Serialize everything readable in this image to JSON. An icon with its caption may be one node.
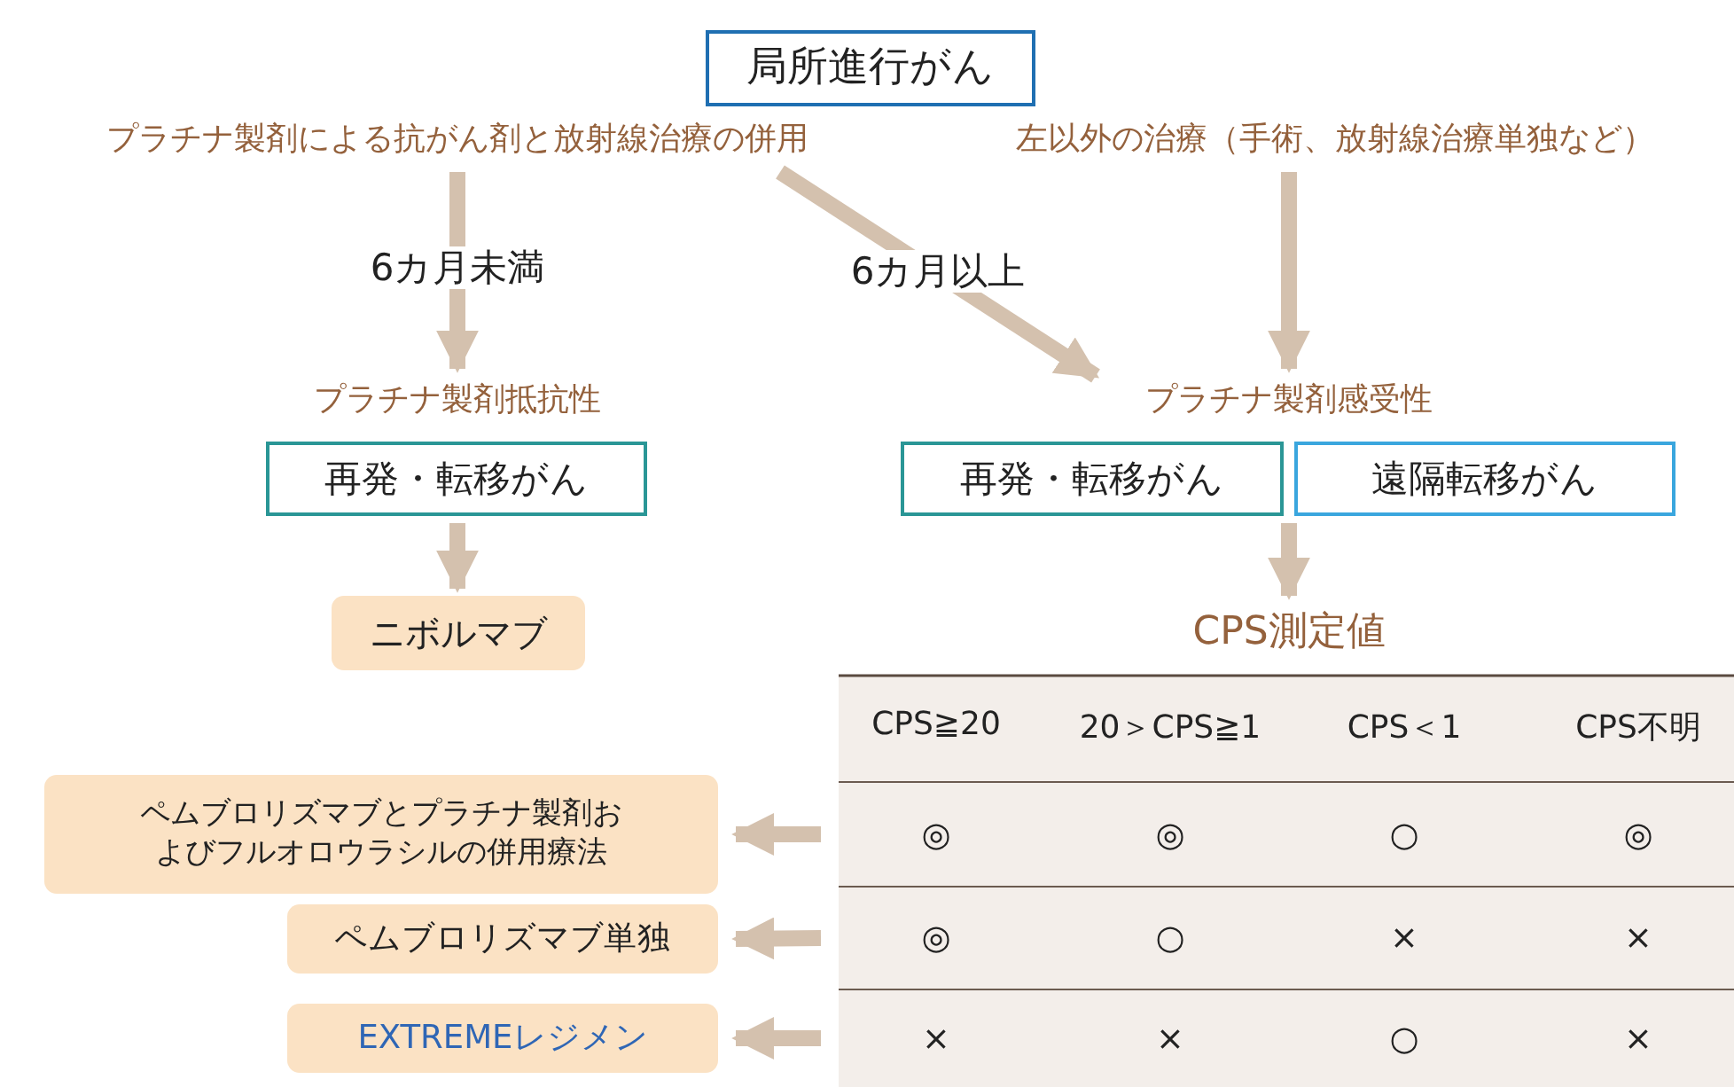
{
  "diagram": {
    "nodes": [
      {
        "text": [
          "局所進行がん"
        ]
      },
      {
        "text": [
          "プラチナ製剤による抗がん剤と放射線治療の併用"
        ]
      },
      {
        "text": [
          "左以外の治療（手術、放射線治療単独など）"
        ]
      },
      {
        "text": [
          "プラチナ製剤抵抗性"
        ]
      },
      {
        "text": [
          "再発・転移がん"
        ]
      },
      {
        "text": [
          "プラチナ製剤感受性"
        ]
      },
      {
        "text": [
          "再発・転移がん"
        ]
      },
      {
        "text": [
          "遠隔転移がん"
        ]
      },
      {
        "text": [
          "ニボルマブ"
        ]
      },
      {
        "text": [
          "CPS測定値"
        ]
      },
      {
        "text": [
          "ペムブロリズマブとプラチナ製剤およびフルオロウラシルの併用療法"
        ]
      },
      {
        "text": [
          "◎",
          "◎",
          "○",
          "◎"
        ]
      },
      {
        "text": [
          "ペムブロリズマブ単独"
        ]
      },
      {
        "text": [
          "◎",
          "○",
          "×",
          "×"
        ]
      },
      {
        "text": [
          "EXTREMEレジメン"
        ]
      },
      {
        "text": [
          "×",
          "×",
          "○",
          "×"
        ]
      }
    ],
    "edges": [
      {
        "from": 1,
        "to": 3,
        "arrow": "to",
        "label": "6カ月未満"
      },
      {
        "from": 1,
        "to": 5,
        "arrow": "to",
        "label": "6カ月以上"
      },
      {
        "from": 2,
        "to": 5,
        "arrow": "to"
      },
      {
        "from": 4,
        "to": 8,
        "arrow": "to"
      },
      {
        "from": 6,
        "to": 9,
        "arrow": "to"
      },
      {
        "from": 7,
        "to": 9,
        "arrow": "to"
      },
      {
        "from": 11,
        "to": 10,
        "arrow": "to"
      },
      {
        "from": 13,
        "to": 12,
        "arrow": "to"
      },
      {
        "from": 15,
        "to": 14,
        "arrow": "to"
      }
    ],
    "labels": [
      "CPS≧20",
      "20＞CPS≧1",
      "CPS＜1",
      "CPS不明"
    ]
  }
}
